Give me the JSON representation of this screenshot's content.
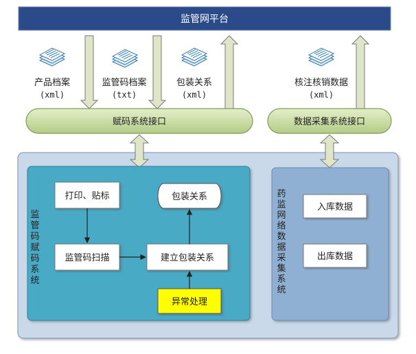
{
  "platform": {
    "title": "监管网平台"
  },
  "documents": [
    {
      "name": "产品档案",
      "format": "(xml)"
    },
    {
      "name": "监管码档案",
      "format": "(txt)"
    },
    {
      "name": "包装关系",
      "format": "(xml)"
    },
    {
      "name": "核注核销数据",
      "format": "(xml)"
    }
  ],
  "interfaces": {
    "coding": "赋码系统接口",
    "collection": "数据采集系统接口"
  },
  "coding_system": {
    "title": "监管码赋码系统",
    "steps": {
      "print": "打印、贴标",
      "scan": "监管码扫描",
      "build": "建立包装关系",
      "store": "包装关系",
      "exception": "异常处理"
    }
  },
  "collection_system": {
    "title": "药监网络数据采集系统",
    "items": [
      "入库数据",
      "出库数据"
    ]
  },
  "colors": {
    "platform": "#2a4a8a",
    "interface": "#c8dca0",
    "outer_panel": "#c9d9ea",
    "coding_panel": "#4aaac6",
    "collection_panel": "#8fb0d2",
    "exception": "#ffff00",
    "arrow": "#dfe6c8"
  }
}
